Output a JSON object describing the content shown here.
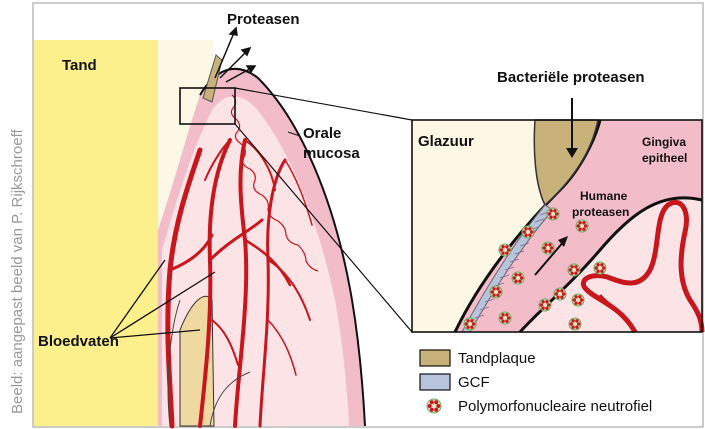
{
  "credit": "Beeld: aangepast beeld van P. Rijkschroeff",
  "labels": {
    "tand": "Tand",
    "proteasen": "Proteasen",
    "orale_mucosa_line1": "Orale",
    "orale_mucosa_line2": "mucosa",
    "bloedvaten": "Bloedvaten",
    "bacteriele_proteasen": "Bacteriële proteasen",
    "glazuur": "Glazuur",
    "gingiva_line1": "Gingiva",
    "gingiva_line2": "epitheel",
    "humane_line1": "Humane",
    "humane_line2": "proteasen"
  },
  "legend": [
    {
      "label": "Tandplaque",
      "symbol": "swatch",
      "color": "#c9b27a"
    },
    {
      "label": "GCF",
      "symbol": "swatch",
      "color": "#b8c4dc"
    },
    {
      "label": "Polymorfonucleaire neutrofiel",
      "symbol": "neutrophil-icon",
      "color": "#7fbf6a"
    }
  ],
  "colors": {
    "tooth": "#fbf08c",
    "enamel": "#fdf8e6",
    "gingiva": "#f3bcc9",
    "mucosa_tissue": "#fbe3e6",
    "vessel": "#c8161c",
    "plaque": "#c9b27a",
    "gcf": "#b8c4dc"
  }
}
